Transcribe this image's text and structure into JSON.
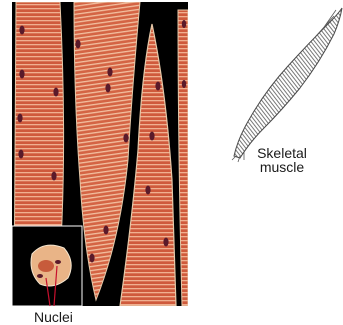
{
  "labels": {
    "nuclei": "Nuclei",
    "skeletal_line1": "Skeletal",
    "skeletal_line2": "muscle"
  },
  "colors": {
    "fiber": "#cf5a3c",
    "fiber_light": "#e08868",
    "striation": "#f2c0a0",
    "nucleus": "#5a1a2a",
    "background": "#000000",
    "pointer": "#c8102e",
    "sketch": "#555555"
  },
  "icons": {
    "micrograph": "skeletal-muscle-fibers-micrograph",
    "muscle": "skeletal-muscle-sketch-icon"
  }
}
